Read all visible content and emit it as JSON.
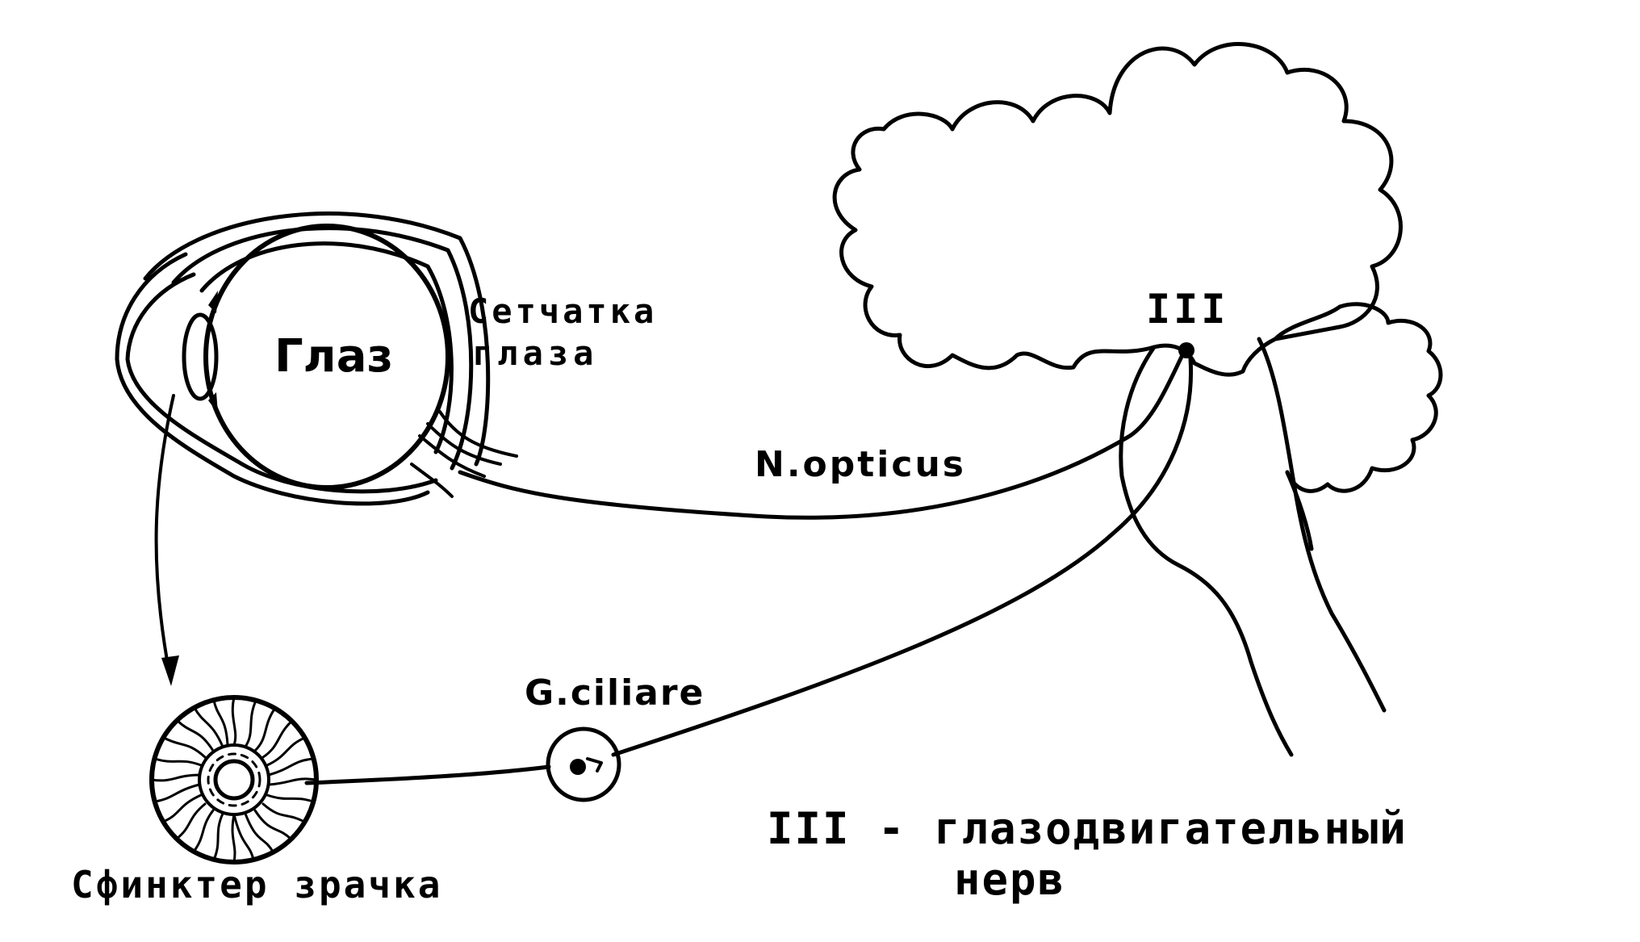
{
  "labels": {
    "eye": "Глаз",
    "retina_line1": "Сетчатка",
    "retina_line2": "глаза",
    "nucleus": "III",
    "optic_nerve": "N.opticus",
    "ganglion": "G.ciliare",
    "sphincter": "Сфинктер зрачка",
    "legend_line1": "III - глазодвигательный",
    "legend_line2": "нерв"
  },
  "colors": {
    "ink": "#000000",
    "background": "#ffffff"
  }
}
